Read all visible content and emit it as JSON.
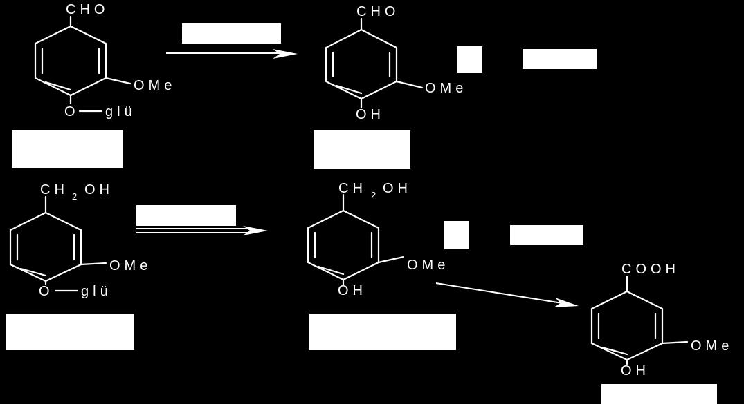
{
  "colors": {
    "background": "#000000",
    "foreground": "#ffffff"
  },
  "molecules": {
    "glucovanillin": {
      "top_group": "CHO",
      "meta_group": "OMe",
      "para_oxygen": "O",
      "sugar": "glü"
    },
    "vanillin": {
      "top_group": "CHO",
      "meta_group": "OMe",
      "para_group": "OH"
    },
    "glucovanillyl_alcohol": {
      "top_group_pre": "CH",
      "top_group_sub": "2",
      "top_group_post": "OH",
      "meta_group": "OMe",
      "para_oxygen": "O",
      "sugar": "glü"
    },
    "vanillyl_alcohol": {
      "top_group_pre": "CH",
      "top_group_sub": "2",
      "top_group_post": "OH",
      "meta_group": "OMe",
      "para_group": "OH"
    },
    "vanillic_acid": {
      "top_group": "COOH",
      "meta_group": "OMe",
      "para_group": "OH"
    }
  },
  "redacted_boxes": [
    {
      "role": "enzyme-label-top"
    },
    {
      "role": "plus-sign-top"
    },
    {
      "role": "co-product-top"
    },
    {
      "role": "name-glucovanillin"
    },
    {
      "role": "name-vanillin"
    },
    {
      "role": "enzyme-label-bottom"
    },
    {
      "role": "plus-sign-bottom"
    },
    {
      "role": "co-product-bottom"
    },
    {
      "role": "name-glucovanillyl-alcohol"
    },
    {
      "role": "name-vanillyl-alcohol"
    },
    {
      "role": "name-vanillic-acid"
    }
  ]
}
